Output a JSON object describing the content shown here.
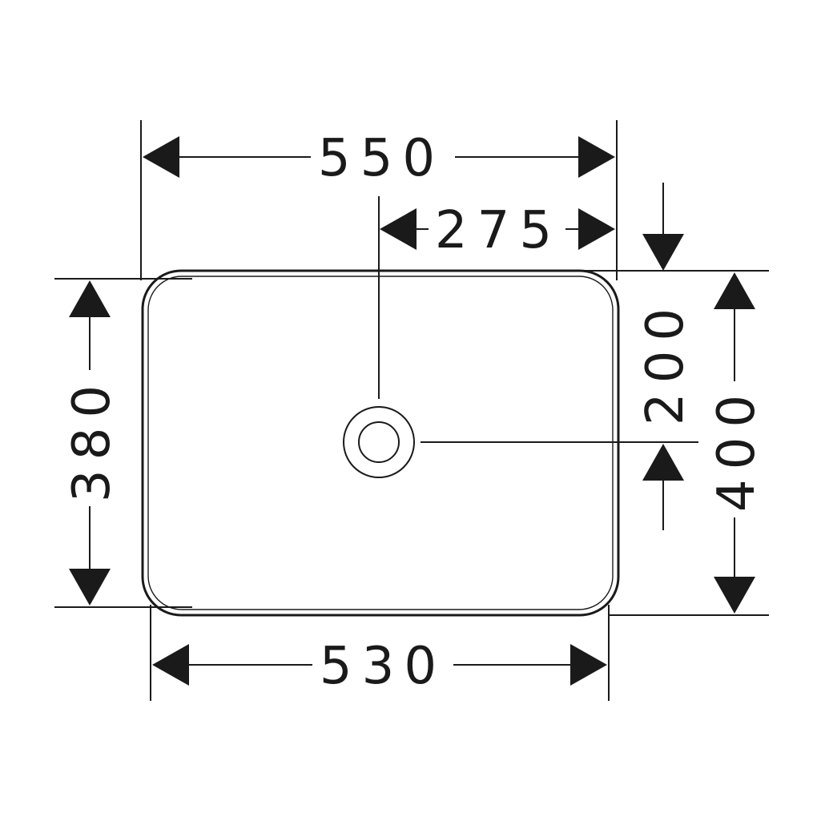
{
  "drawing": {
    "colors": {
      "ink": "#1a1a1a",
      "background": "#ffffff"
    },
    "dimensions": {
      "top_outer_width": "550",
      "top_half_width": "275",
      "bottom_inner_width": "530",
      "left_inner_depth": "380",
      "right_drain_offset": "200",
      "right_outer_depth": "400"
    }
  }
}
